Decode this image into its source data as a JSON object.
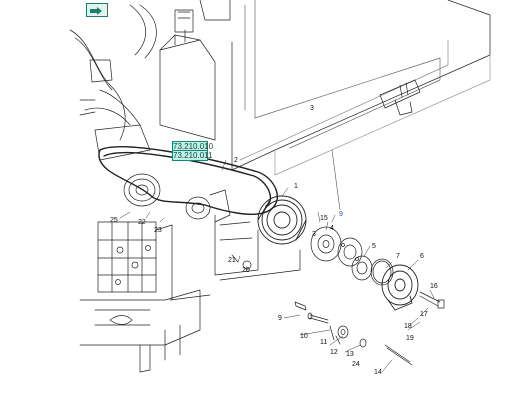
{
  "nav": {
    "icon": "navigate-icon",
    "color": "#1f7d6f"
  },
  "refs": [
    {
      "label": "73.210.010"
    },
    {
      "label": "73.210.011"
    }
  ],
  "frame_labels": [
    "2",
    "3"
  ],
  "callouts": [
    "1",
    "2",
    "4",
    "5",
    "6",
    "7",
    "8",
    "9",
    "10",
    "11",
    "12",
    "13",
    "14",
    "15",
    "16",
    "17",
    "18",
    "19",
    "20",
    "21",
    "22",
    "23",
    "24",
    "25"
  ],
  "highlight_callout": {
    "label": "9",
    "color": "#1f4fd6"
  }
}
